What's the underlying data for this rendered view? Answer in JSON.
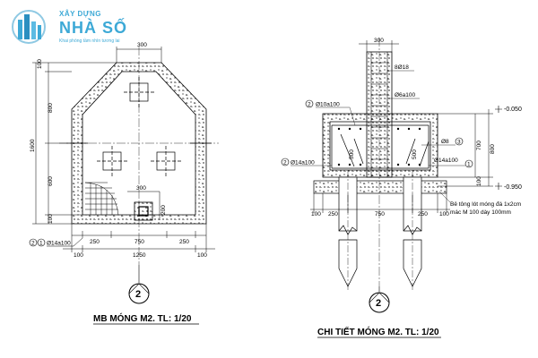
{
  "logo": {
    "brand_line1": "XÂY DỰNG",
    "brand_line2": "NHÀ SỐ",
    "tagline": "Khai phóng tầm nhìn tương lai"
  },
  "plan": {
    "title": "MB MÓNG M2. TL: 1/20",
    "section_mark": "2",
    "dims": {
      "top_300": "300",
      "left_100_top": "100",
      "left_800_top": "800",
      "left_1600": "1600",
      "left_600": "600",
      "left_100_bot": "100",
      "inner_300": "300",
      "inner_200": "200",
      "row1": [
        "250",
        "750",
        "250"
      ],
      "row2_left": "100",
      "row2_total": "1250",
      "row2_right": "100"
    },
    "rebar_marks": [
      "2",
      "1"
    ],
    "rebar_label": "Ø14a100"
  },
  "detail": {
    "title": "CHI TIẾT MÓNG M2. TL: 1/20",
    "section_mark": "2",
    "dims": {
      "top_300": "300",
      "col_bars": "8Ø18",
      "stirrups": "Ø6a100",
      "right_800": "800",
      "right_700": "700",
      "right_100": "100",
      "inner_500a": "500",
      "inner_500b": "500",
      "bottom": [
        "100",
        "250",
        "750",
        "250",
        "100"
      ]
    },
    "level_top": "-0.050",
    "level_bottom": "-0.950",
    "rebar": {
      "top_mark": "2",
      "top_label": "Ø10a100",
      "mid_label": "Ø8",
      "mid_mark": "3",
      "left_mark": "2",
      "left_label": "Ø14a100",
      "right_label": "Ø14a100",
      "right_mark": "1"
    },
    "lean_note_1": "Bê tông lót móng đá 1x2cm",
    "lean_note_2": "mác M 100 dày 100mm"
  }
}
